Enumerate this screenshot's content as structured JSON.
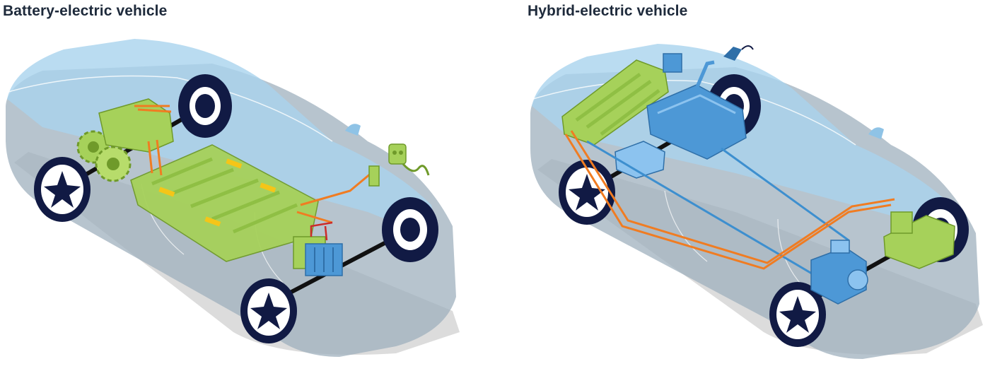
{
  "panels": [
    {
      "title": "Battery-electric vehicle"
    },
    {
      "title": "Hybrid-electric vehicle"
    }
  ],
  "colors": {
    "title_text": "#1e2a3b",
    "car_glass": "#a9d3ee",
    "car_body": "#9fb0bd",
    "tire": "#111a44",
    "component_green": "#a6d15a",
    "component_blue": "#4d98d6",
    "cable_orange": "#f07c22",
    "fuel_line_blue": "#3d8fcf",
    "ground_shadow": "#d9d9d9"
  },
  "icons": [
    "wheel-icon",
    "gear-icon",
    "battery-pack",
    "charging-plug-icon",
    "fuel-nozzle-icon",
    "engine-icon",
    "fuel-tank",
    "electric-motor"
  ]
}
